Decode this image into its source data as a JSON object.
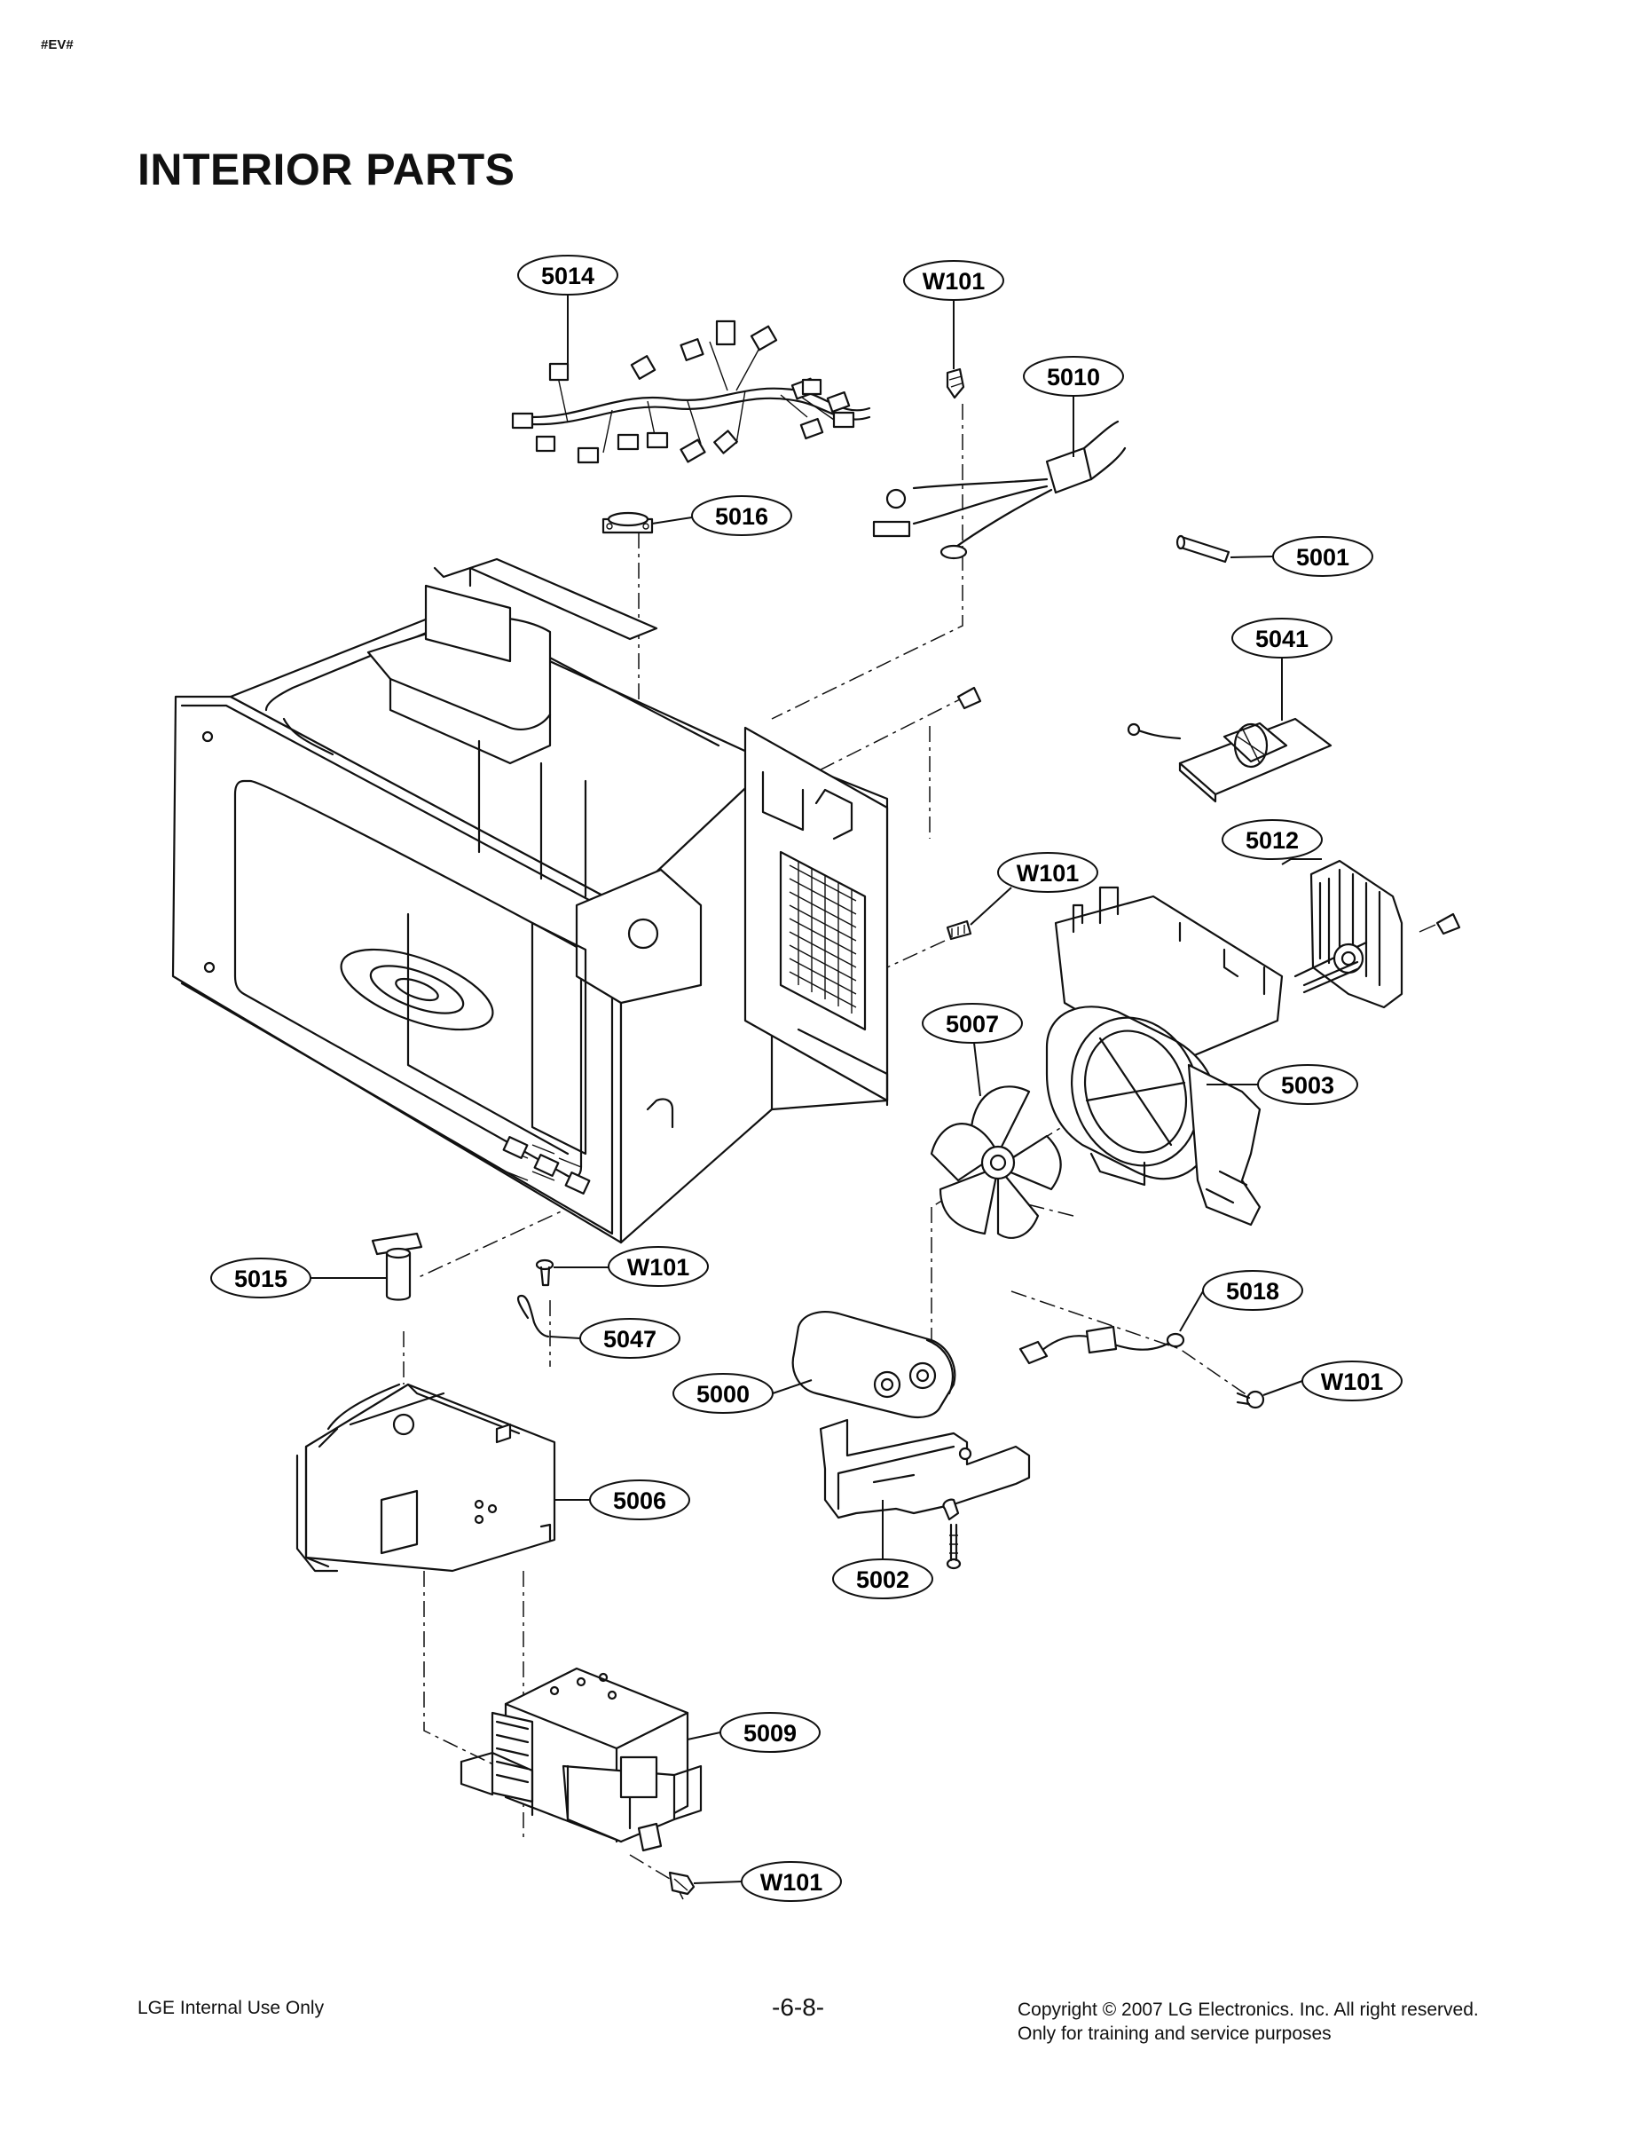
{
  "header": {
    "tag": "#EV#",
    "title": "INTERIOR PARTS"
  },
  "callouts": [
    {
      "id": "5014",
      "label": "5014"
    },
    {
      "id": "w101-top",
      "label": "W101"
    },
    {
      "id": "5010",
      "label": "5010"
    },
    {
      "id": "5016",
      "label": "5016"
    },
    {
      "id": "5001",
      "label": "5001"
    },
    {
      "id": "5041",
      "label": "5041"
    },
    {
      "id": "5012",
      "label": "5012"
    },
    {
      "id": "w101-mid",
      "label": "W101"
    },
    {
      "id": "5007",
      "label": "5007"
    },
    {
      "id": "5003",
      "label": "5003"
    },
    {
      "id": "5015",
      "label": "5015"
    },
    {
      "id": "w101-left",
      "label": "W101"
    },
    {
      "id": "5047",
      "label": "5047"
    },
    {
      "id": "5018",
      "label": "5018"
    },
    {
      "id": "w101-right",
      "label": "W101"
    },
    {
      "id": "5000",
      "label": "5000"
    },
    {
      "id": "5006",
      "label": "5006"
    },
    {
      "id": "5002",
      "label": "5002"
    },
    {
      "id": "5009",
      "label": "5009"
    },
    {
      "id": "w101-bottom",
      "label": "W101"
    }
  ],
  "footer": {
    "left": "LGE Internal Use Only",
    "page": "-6-8-",
    "copyright": "Copyright © 2007 LG Electronics. Inc. All right reserved.",
    "note": "Only for training and service purposes"
  }
}
